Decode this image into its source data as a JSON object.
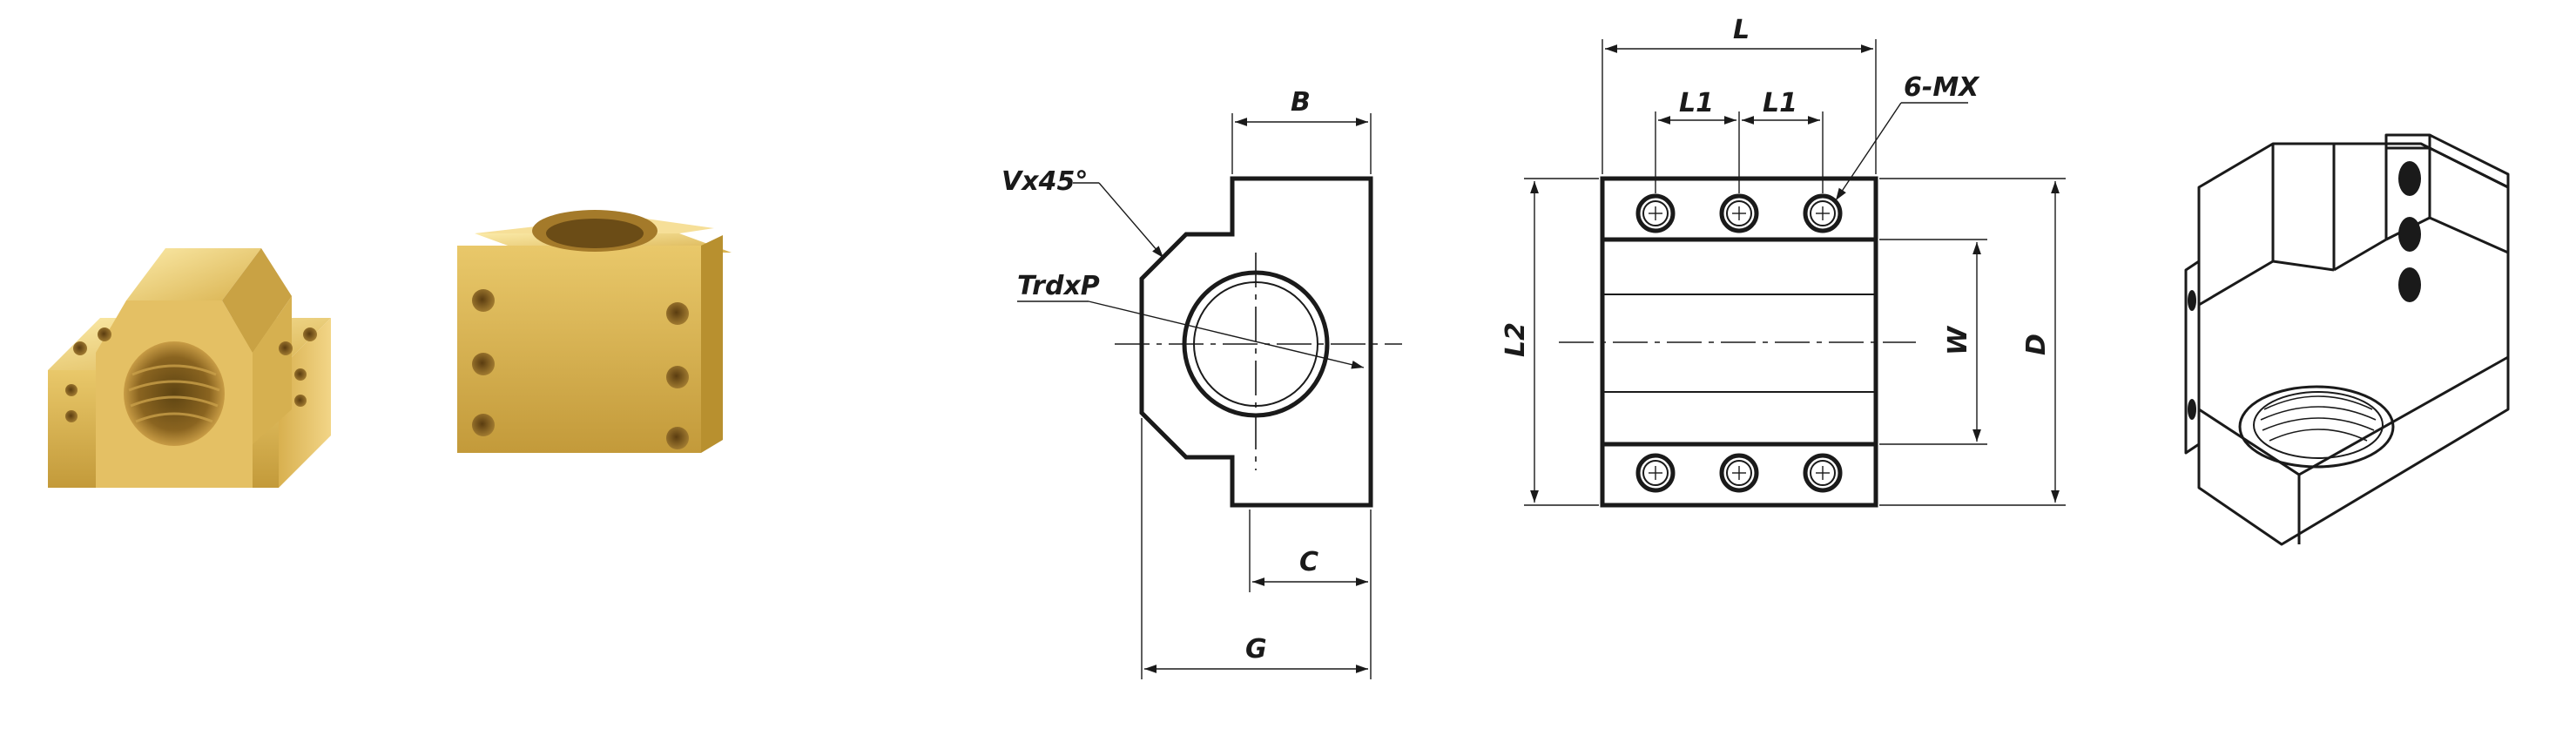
{
  "diagram": {
    "photos": [
      {
        "name": "brass-nut-block-photo-front"
      },
      {
        "name": "brass-nut-block-photo-top"
      }
    ],
    "side_view": {
      "labels": {
        "chamfer": "Vx45°",
        "thread": "TrdxP",
        "width_top": "B",
        "width_bottom": "C",
        "overall_width": "G"
      }
    },
    "front_view": {
      "labels": {
        "length": "L",
        "hole_pitch_1": "L1",
        "hole_pitch_2": "L1",
        "holes": "6-MX",
        "height": "L2",
        "slot_width": "W",
        "overall_height": "D"
      }
    },
    "iso_view": {
      "name": "isometric-view"
    },
    "colors": {
      "brass_light": "#f4d98a",
      "brass_mid": "#d9b24f",
      "brass_dark": "#9a7422",
      "line": "#1a1a1a"
    }
  }
}
